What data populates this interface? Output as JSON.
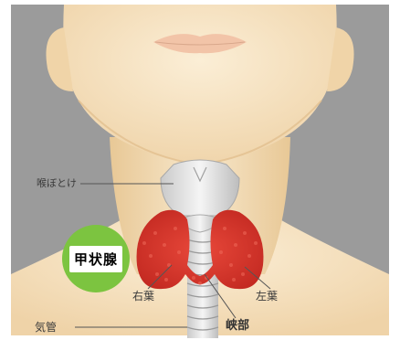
{
  "labels": {
    "adams_apple": "喉ぼとけ",
    "thyroid": "甲状腺",
    "right_lobe": "右葉",
    "left_lobe": "左葉",
    "isthmus": "峡部",
    "trachea": "気管"
  },
  "colors": {
    "background": "#9a9a9a",
    "skin": "#f6e4c4",
    "thyroid": "#d6342a",
    "badge": "#7cc440"
  }
}
